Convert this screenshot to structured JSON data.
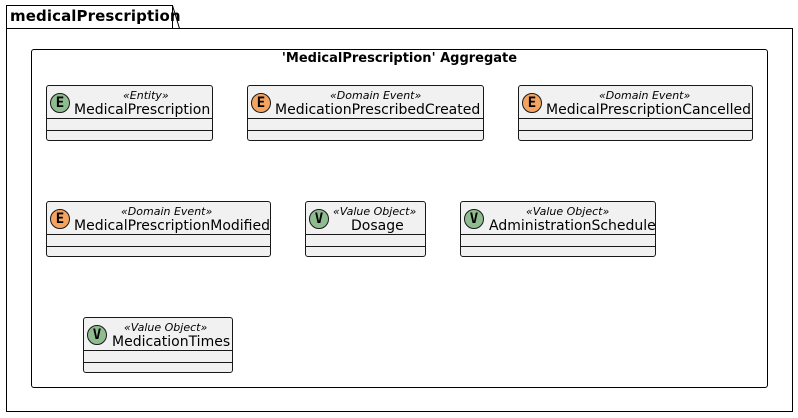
{
  "package": {
    "name": "medicalPrescription"
  },
  "aggregate": {
    "title": "'MedicalPrescription' Aggregate"
  },
  "colors": {
    "entity_badge": "#8fbc8f",
    "event_badge": "#f4a460",
    "value_badge": "#8fbc8f",
    "class_fill": "#f1f1f1"
  },
  "classes": [
    {
      "badge": "E",
      "badge_icon": "entity-badge-icon",
      "stereotype": "«Entity»",
      "name": "MedicalPrescription"
    },
    {
      "badge": "E",
      "badge_icon": "domain-event-badge-icon",
      "stereotype": "«Domain Event»",
      "name": "MedicationPrescribedCreated"
    },
    {
      "badge": "E",
      "badge_icon": "domain-event-badge-icon",
      "stereotype": "«Domain Event»",
      "name": "MedicalPrescriptionCancelled"
    },
    {
      "badge": "E",
      "badge_icon": "domain-event-badge-icon",
      "stereotype": "«Domain Event»",
      "name": "MedicalPrescriptionModified"
    },
    {
      "badge": "V",
      "badge_icon": "value-object-badge-icon",
      "stereotype": "«Value Object»",
      "name": "Dosage"
    },
    {
      "badge": "V",
      "badge_icon": "value-object-badge-icon",
      "stereotype": "«Value Object»",
      "name": "AdministrationSchedule"
    },
    {
      "badge": "V",
      "badge_icon": "value-object-badge-icon",
      "stereotype": "«Value Object»",
      "name": "MedicationTimes"
    }
  ]
}
